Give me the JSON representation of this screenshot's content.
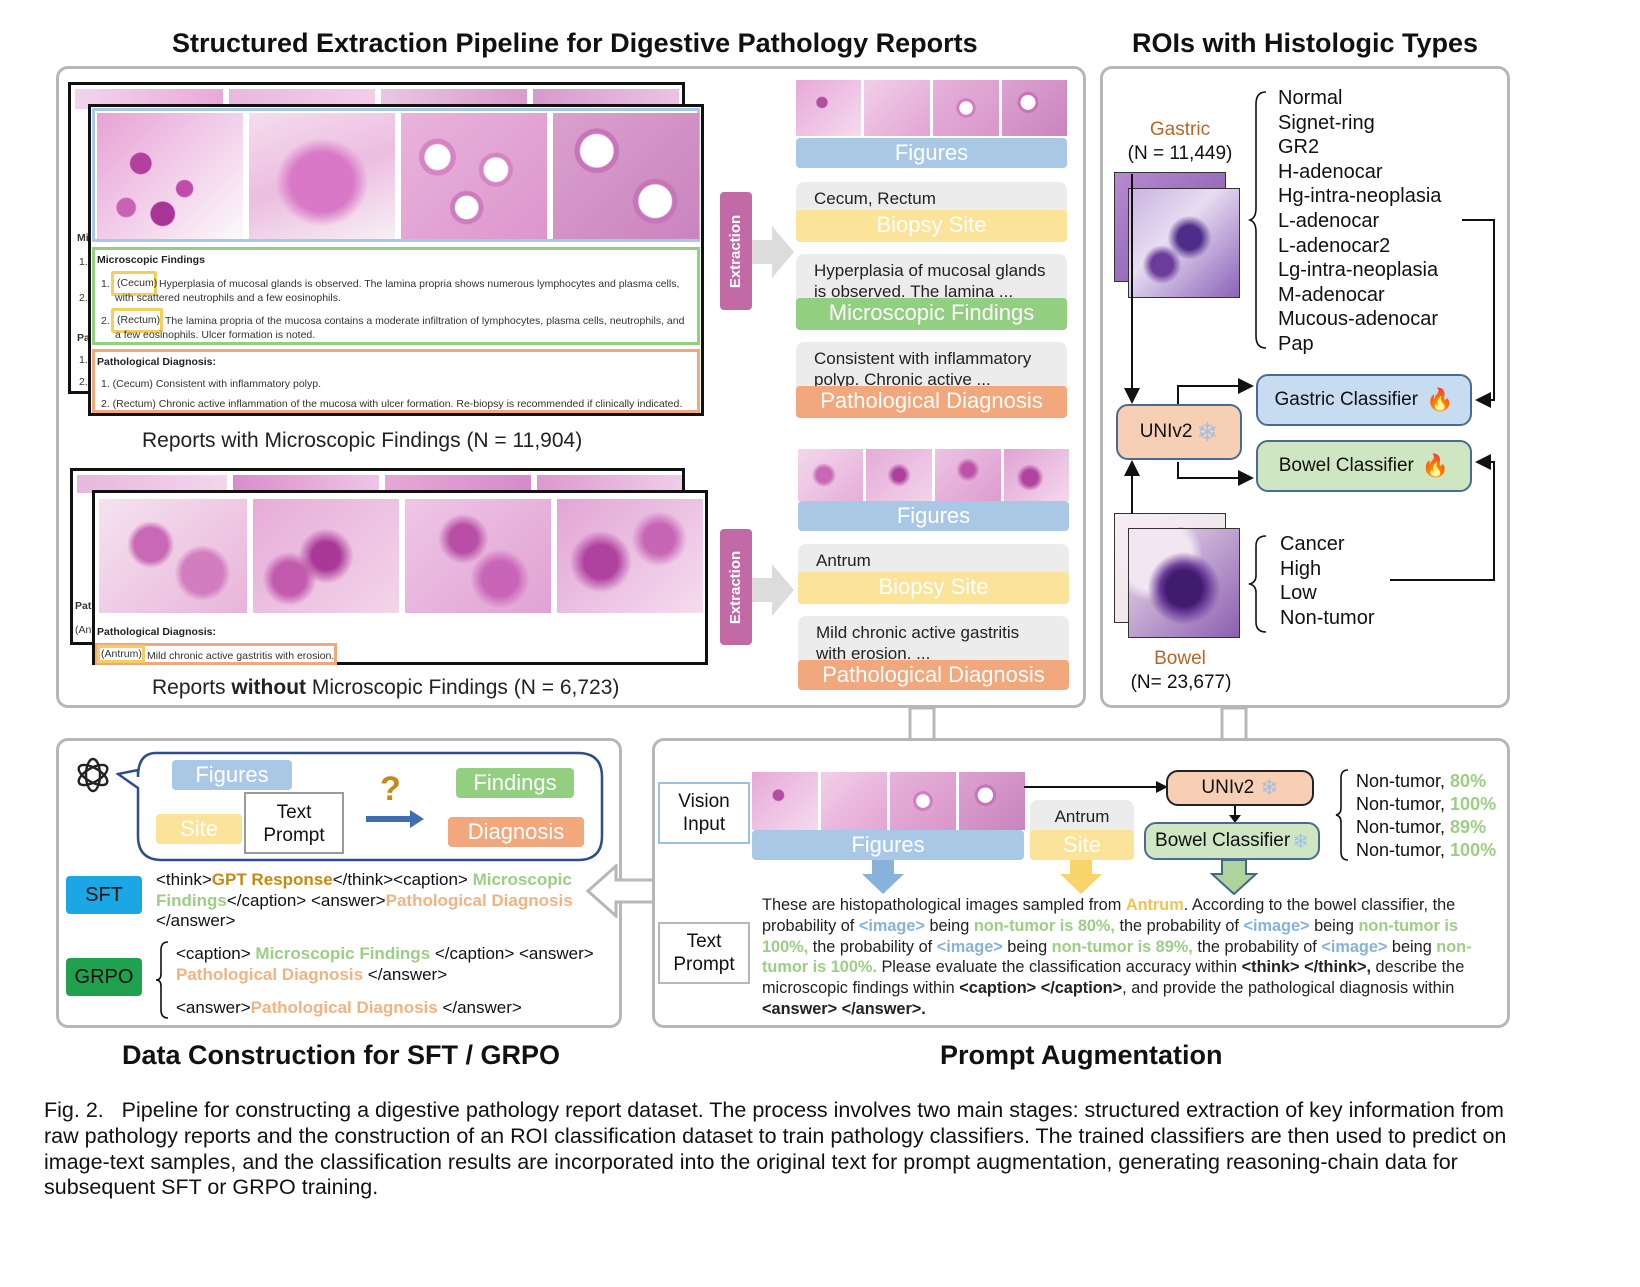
{
  "titles": {
    "extraction": "Structured Extraction Pipeline for Digestive Pathology Reports",
    "rois": "ROIs with Histologic Types",
    "data_construction": "Data Construction for SFT / GRPO",
    "prompt_aug": "Prompt Augmentation"
  },
  "extraction": {
    "tag": "Extraction",
    "report1": {
      "findings_heading": "Microscopic Findings",
      "findings_1_num": "1.",
      "findings_1_site": "(Cecum)",
      "findings_1_text": "Hyperplasia of mucosal glands is observed. The lamina propria shows numerous lymphocytes and plasma cells, with scattered neutrophils and a few eosinophils.",
      "findings_2_num": "2.",
      "findings_2_site": "(Rectum)",
      "findings_2_text": "The lamina propria of the mucosa contains a moderate infiltration of lymphocytes, plasma cells, neutrophils, and a few eosinophils. Ulcer formation is noted.",
      "diag_heading": "Pathological Diagnosis:",
      "diag_1": "1.  (Cecum)  Consistent with inflammatory polyp.",
      "diag_2": "2.  (Rectum) Chronic active inflammation of the mucosa with ulcer formation. Re-biopsy is recommended if clinically indicated.",
      "back_fragments": [
        "Mi",
        "1.",
        "2.",
        "Pat",
        "1.",
        "2."
      ],
      "caption": "Reports with Microscopic Findings (N = 11,904)"
    },
    "report2": {
      "diag_heading": "Pathological Diagnosis:",
      "diag_site": "(Antrum)",
      "diag_text": "Mild chronic active gastritis with erosion.",
      "back_fragments": [
        "Path",
        "(Ant"
      ],
      "caption_pre": "Reports ",
      "caption_bold": "without",
      "caption_post": " Microscopic Findings (N = 6,723)"
    },
    "out1": {
      "figures": "Figures",
      "site_value": "Cecum, Rectum",
      "site_label": "Biopsy Site",
      "findings_value": "Hyperplasia of mucosal glands is observed. The lamina ...",
      "findings_label": "Microscopic Findings",
      "diag_value": "Consistent with inflammatory polyp. Chronic active ...",
      "diag_label": "Pathological Diagnosis"
    },
    "out2": {
      "figures": "Figures",
      "site_value": "Antrum",
      "site_label": "Biopsy Site",
      "diag_value": "Mild chronic active gastritis with erosion. ...",
      "diag_label": "Pathological Diagnosis"
    }
  },
  "rois": {
    "gastric_label": "Gastric",
    "gastric_n": "(N = 11,449)",
    "gastric_types": [
      "Normal",
      "Signet-ring",
      "GR2",
      "H-adenocar",
      "Hg-intra-neoplasia",
      "L-adenocar",
      "L-adenocar2",
      "Lg-intra-neoplasia",
      "M-adenocar",
      "Mucous-adenocar",
      "Pap"
    ],
    "bowel_label": "Bowel",
    "bowel_n": "(N= 23,677)",
    "bowel_types": [
      "Cancer",
      "High",
      "Low",
      "Non-tumor"
    ],
    "univ2": "UNIv2",
    "gastric_classifier": "Gastric Classifier",
    "bowel_classifier": "Bowel Classifier"
  },
  "data_construction": {
    "figures": "Figures",
    "site": "Site",
    "text_prompt": "Text\nPrompt",
    "question": "?",
    "findings": "Findings",
    "diagnosis": "Diagnosis",
    "sft_label": "SFT",
    "grpo_label": "GRPO",
    "sft_think_open": "<think>",
    "sft_gpt": "GPT Response",
    "sft_think_close": "</think><caption> ",
    "sft_findings": "Microscopic Findings",
    "sft_caption_close": "</caption> <answer>",
    "sft_diag": "Pathological Diagnosis",
    "sft_answer_close": "</answer>",
    "grpo1_open": "<caption> ",
    "grpo1_findings": "Microscopic Findings",
    "grpo1_mid": " </caption> <answer>",
    "grpo1_diag": "Pathological Diagnosis",
    "grpo1_close": " </answer>",
    "grpo2_open": "<answer>",
    "grpo2_diag": "Pathological Diagnosis",
    "grpo2_close": " </answer>"
  },
  "prompt_aug": {
    "vision_input": "Vision\nInput",
    "text_prompt": "Text\nPrompt",
    "figures": "Figures",
    "site_value": "Antrum",
    "site_label": "Site",
    "univ2": "UNIv2",
    "bowel_classifier": "Bowel Classifier",
    "results": [
      {
        "label": "Non-tumor, ",
        "pct": "80%"
      },
      {
        "label": "Non-tumor, ",
        "pct": "100%"
      },
      {
        "label": "Non-tumor, ",
        "pct": "89%"
      },
      {
        "label": "Non-tumor, ",
        "pct": "100%"
      }
    ],
    "p1": "These are histopathological images sampled from ",
    "p_antrum": "Antrum",
    "p2": ". According to the bowel classifier, the probability of ",
    "p_img1": "<image>",
    "p3": " being ",
    "p_nt1": "non-tumor is 80%,",
    "p4": " the probability of ",
    "p_img2": "<image>",
    "p5": " being ",
    "p_nt2": "non-tumor is 100%,",
    "p6": " the probability of ",
    "p_img3": "<image>",
    "p7": " being ",
    "p_nt3": "non-tumor is 89%,",
    "p8": " the probability of ",
    "p_img4": "<image>",
    "p9": " being ",
    "p_nt4": "non-tumor is 100%.",
    "p10": " Please evaluate the classification accuracy within ",
    "p_think": "<think> </think>,",
    "p11": " describe the microscopic findings within ",
    "p_caption": "<caption> </caption>",
    "p12": ", and provide the pathological diagnosis within ",
    "p_answer": "<answer> </answer>.",
    "p13": ""
  },
  "figure_caption": {
    "label": "Fig. 2.",
    "text": "Pipeline for constructing a digestive pathology report dataset. The process involves two main stages: structured extraction of key information from raw pathology reports and the construction of an ROI classification dataset to train pathology classifiers. The trained classifiers are then used to predict on image-text samples, and the classification results are incorporated into the original text for prompt augmentation, generating reasoning-chain data for subsequent SFT or GRPO training."
  },
  "colors": {
    "blue": "#a9c8e6",
    "yellow": "#fbe39a",
    "green": "#93cf80",
    "orange": "#f2a77c",
    "extraction_purple": "#c26aa6",
    "node_orange": "#f7cfb5",
    "node_blue": "#c7dcf0",
    "node_green": "#cfe6c2",
    "sft_blue": "#1aa7e4",
    "grpo_green": "#1fa150",
    "accent_brown": "#b8652a"
  },
  "icons": [
    "openai-logo-icon",
    "snowflake-icon",
    "fire-icon",
    "question-icon",
    "arrow-icon"
  ]
}
